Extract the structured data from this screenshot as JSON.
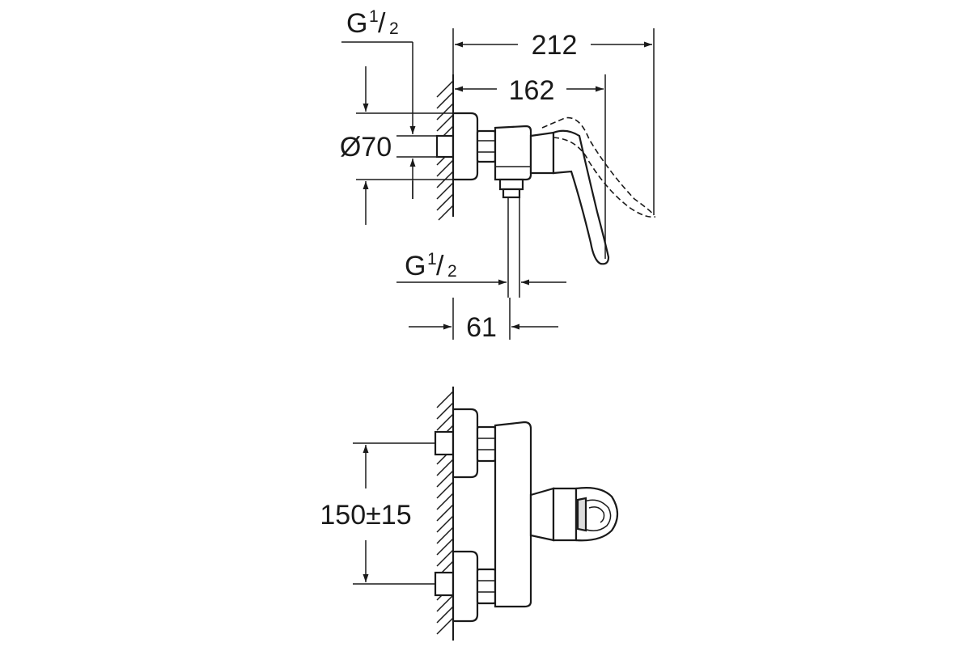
{
  "drawing": {
    "top_view": {
      "thread_top_label": "G",
      "thread_top_sup": "1",
      "thread_top_sub": "2",
      "dim_212": "212",
      "dim_162": "162",
      "dim_diameter": "Ø70",
      "thread_bottom_label": "G",
      "thread_bottom_sup": "1",
      "thread_bottom_sub": "2",
      "dim_61": "61"
    },
    "front_view": {
      "dim_spacing": "150±15"
    }
  },
  "colors": {
    "line": "#1a1a1a",
    "background": "#ffffff"
  }
}
